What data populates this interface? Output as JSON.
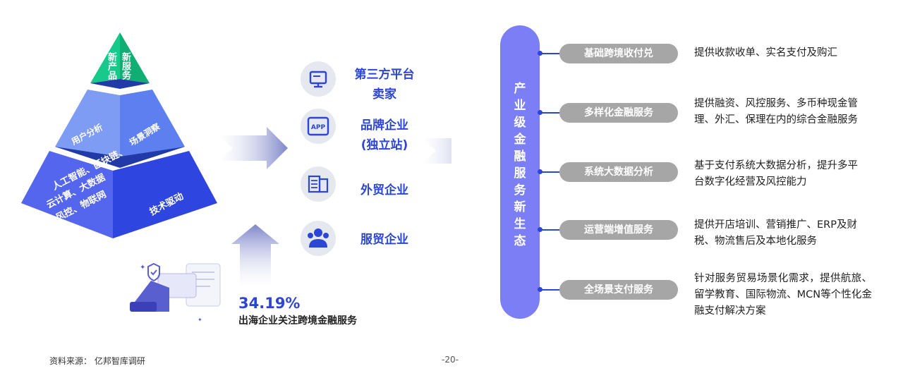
{
  "pyramid": {
    "top_left": "新产品",
    "top_right": "新服务",
    "mid_left": "用户分析",
    "mid_right": "场景洞察",
    "bottom_left_lines": [
      "人工智能、区块链、",
      "云计算、大数据",
      "安全风控、物联网"
    ],
    "bottom_right": "技术驱动"
  },
  "categories": [
    {
      "label": "第三方平台\n卖家",
      "icon": "monitor-icon"
    },
    {
      "label": "品牌企业\n(独立站)",
      "icon": "app-icon"
    },
    {
      "label": "外贸企业",
      "icon": "document-icon"
    },
    {
      "label": "服贸企业",
      "icon": "people-icon"
    }
  ],
  "stat": {
    "value": "34.19%",
    "text": "出海企业关注跨境金融服务"
  },
  "main_label": "产业级金融服务新生态",
  "services": [
    {
      "name": "基础跨境收付兑",
      "desc": "提供收款收单、实名支付及购汇"
    },
    {
      "name": "多样化金融服务",
      "desc": "提供融资、风控服务、多币种现金管理、外汇、保理在内的综合金融服务"
    },
    {
      "name": "系统大数据分析",
      "desc": "基于支付系统大数据分析，提升多平台数字化经营及风控能力"
    },
    {
      "name": "运营端增值服务",
      "desc": "提供开店培训、营销推广、ERP及财税、物流售后及本地化服务"
    },
    {
      "name": "全场景支付服务",
      "desc": "针对服务贸易场景化需求，提供航旅、留学教育、国际物流、MCN等个性化金融支付解决方案"
    }
  ],
  "footer": {
    "source": "资料来源： 亿邦智库调研",
    "page": "-20-"
  },
  "colors": {
    "primary_blue": "#2b45d6",
    "purple": "#7b7ef5",
    "green": "#17c98a",
    "grey_pill": "#a6a6a6"
  }
}
